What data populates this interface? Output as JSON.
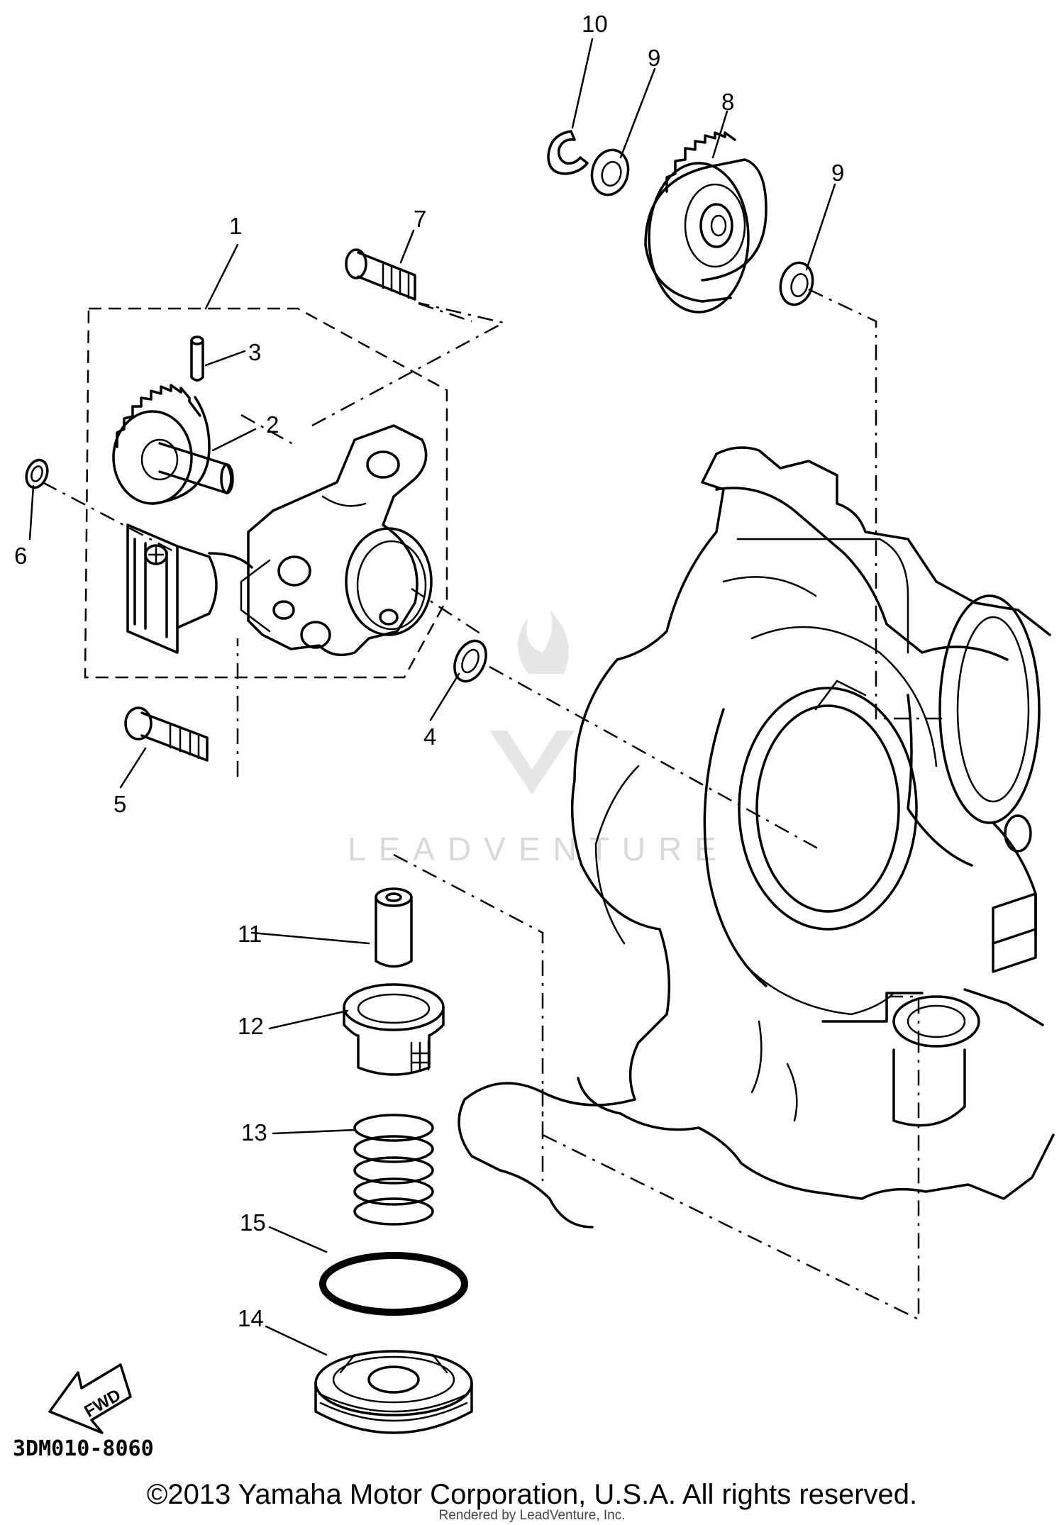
{
  "diagram": {
    "callouts": [
      "1",
      "2",
      "3",
      "4",
      "5",
      "6",
      "7",
      "8",
      "9",
      "9",
      "10",
      "11",
      "12",
      "13",
      "14",
      "15"
    ],
    "direction_label": "FWD",
    "diagram_code": "3DM010-8060",
    "watermark": "LEADVENTURE"
  },
  "footer": {
    "copyright": "©2013 Yamaha Motor Corporation, U.S.A. All rights reserved.",
    "rendered_by": "Rendered by LeadVenture, Inc."
  }
}
